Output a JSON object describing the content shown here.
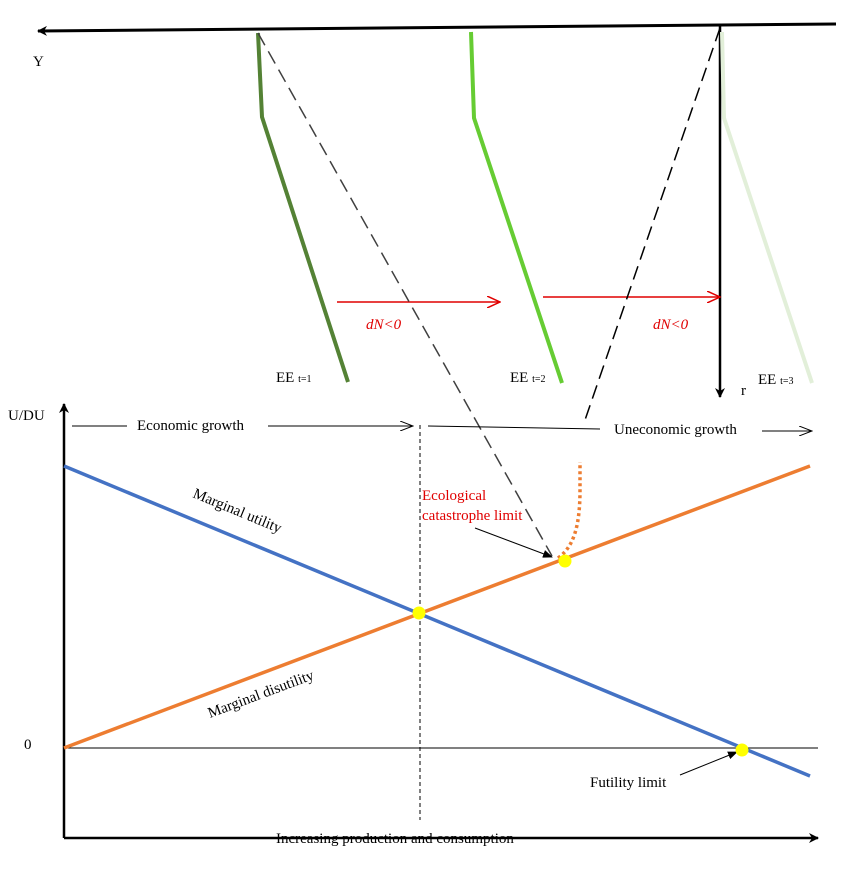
{
  "labels": {
    "y_axis_top": "Y",
    "r_axis": "r",
    "u_du": "U/DU",
    "zero": "0",
    "x_axis": "Increasing production and consumption",
    "economic_growth": "Economic growth",
    "uneconomic_growth": "Uneconomic growth",
    "marginal_utility": "Marginal utility",
    "marginal_disutility": "Marginal disutility",
    "ecological_line1": "Ecological",
    "ecological_line2": "catastrophe limit",
    "futility_limit": "Futility limit",
    "dn1": "dN<0",
    "dn2": "dN<0",
    "ee_main": "EE",
    "ee1_sub": "t=1",
    "ee2_sub": "t=2",
    "ee3_sub": "t=3"
  },
  "colors": {
    "marginal_utility": "#4472c4",
    "marginal_disutility": "#ed7d31",
    "ee_t1": "#548235",
    "ee_t2": "#66cc33",
    "ee_t3": "#e2efd9",
    "arrow_dn": "#e00000",
    "limit_point": "#ffff00"
  }
}
